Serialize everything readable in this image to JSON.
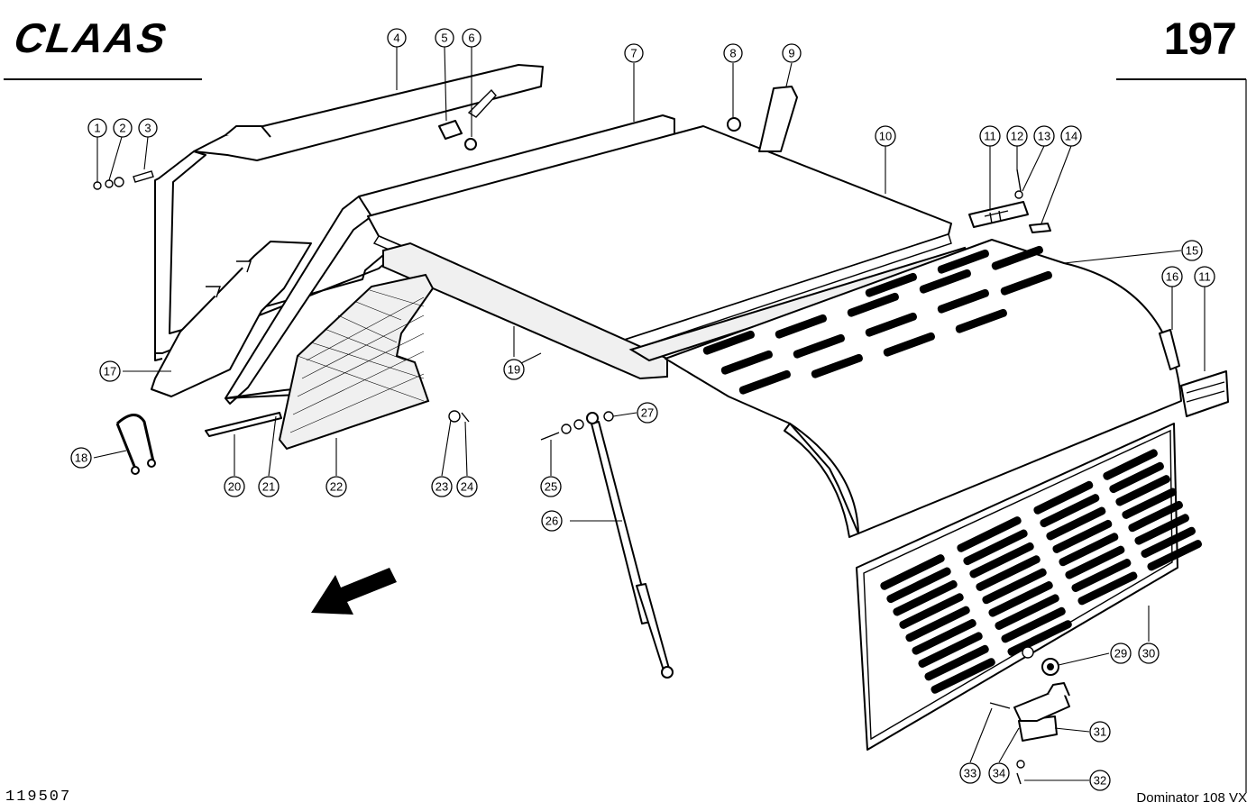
{
  "header": {
    "brand": "CLAAS",
    "page_number": "197"
  },
  "footer": {
    "drawing_number": "119507",
    "model": "Dominator 108 VX"
  },
  "callouts": [
    "1",
    "2",
    "3",
    "4",
    "5",
    "6",
    "7",
    "8",
    "9",
    "10",
    "11",
    "12",
    "13",
    "14",
    "15",
    "16",
    "11",
    "17",
    "18",
    "19",
    "20",
    "21",
    "22",
    "23",
    "24",
    "25",
    "26",
    "27",
    "29",
    "30",
    "31",
    "32",
    "33",
    "34"
  ]
}
